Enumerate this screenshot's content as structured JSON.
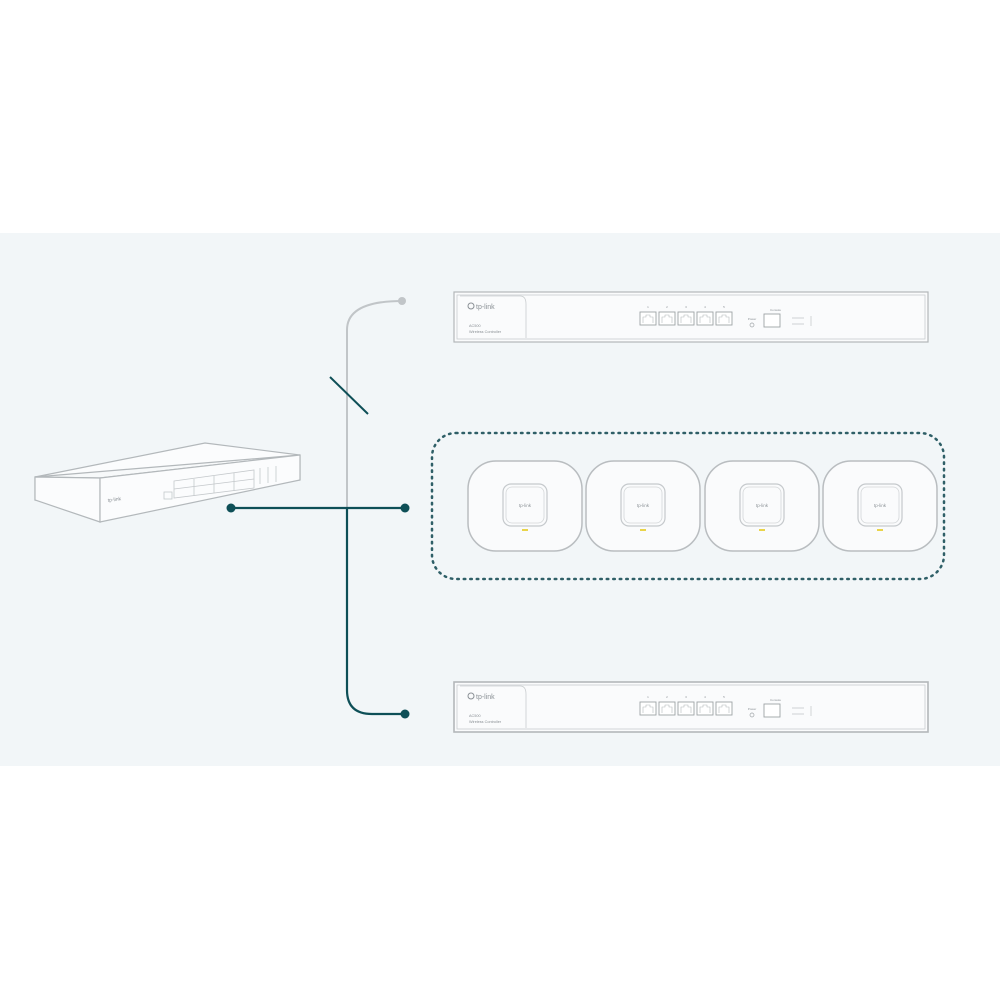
{
  "brand": "tp-link",
  "colors": {
    "panel": "#f2f6f8",
    "device_stroke": "#b8bcbf",
    "link_active": "#0e4f57",
    "link_inactive": "#bfc3c6",
    "ap_dots": "#2f5f67",
    "led": "#e9d44a"
  },
  "controllers": [
    {
      "model": "AC500",
      "subtitle": "Wireless Controller",
      "state": "standby",
      "ports": [
        "1",
        "2",
        "3",
        "4",
        "5"
      ],
      "console_label": "Console",
      "power_label": "Power"
    },
    {
      "model": "AC500",
      "subtitle": "Wireless Controller",
      "state": "active",
      "ports": [
        "1",
        "2",
        "3",
        "4",
        "5"
      ],
      "console_label": "Console",
      "power_label": "Power"
    }
  ],
  "access_points": [
    "ap-1",
    "ap-2",
    "ap-3",
    "ap-4"
  ]
}
